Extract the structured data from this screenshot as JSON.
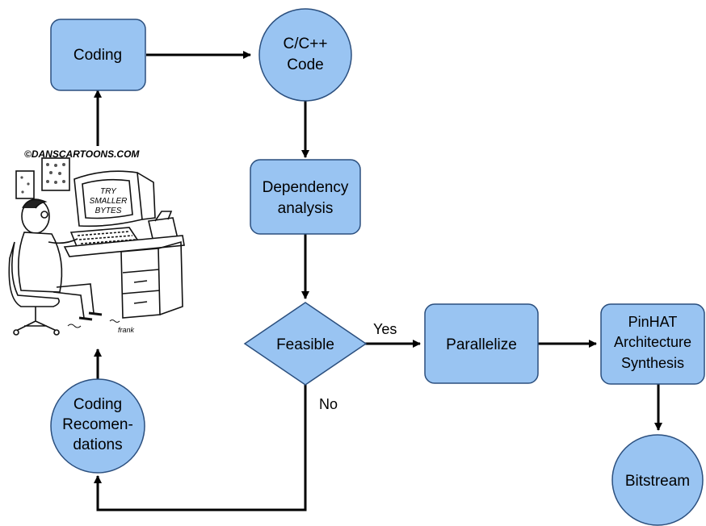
{
  "colors": {
    "node_fill": "#99c4f2",
    "node_stroke": "#2b4f7e",
    "edge": "#000000",
    "background": "#ffffff"
  },
  "nodes": {
    "coding": {
      "shape": "rounded-rect",
      "lines": [
        "Coding"
      ]
    },
    "cpp_code": {
      "shape": "circle",
      "lines": [
        "C/C++",
        "Code"
      ]
    },
    "dependency": {
      "shape": "rounded-rect",
      "lines": [
        "Dependency",
        "analysis"
      ]
    },
    "feasible": {
      "shape": "diamond",
      "lines": [
        "Feasible"
      ]
    },
    "parallelize": {
      "shape": "rounded-rect",
      "lines": [
        "Parallelize"
      ]
    },
    "pinhat": {
      "shape": "rounded-rect",
      "lines": [
        "PinHAT",
        "Architecture",
        "Synthesis"
      ]
    },
    "bitstream": {
      "shape": "circle",
      "lines": [
        "Bitstream"
      ]
    },
    "recommendations": {
      "shape": "circle",
      "lines": [
        "Coding",
        "Recomen-",
        "dations"
      ]
    }
  },
  "edges": {
    "yes_label": "Yes",
    "no_label": "No"
  },
  "cartoon": {
    "watermark": "©DANSCARTOONS.COM",
    "screen_lines": [
      "TRY",
      "SMALLER",
      "BYTES"
    ],
    "signature": "frank"
  }
}
